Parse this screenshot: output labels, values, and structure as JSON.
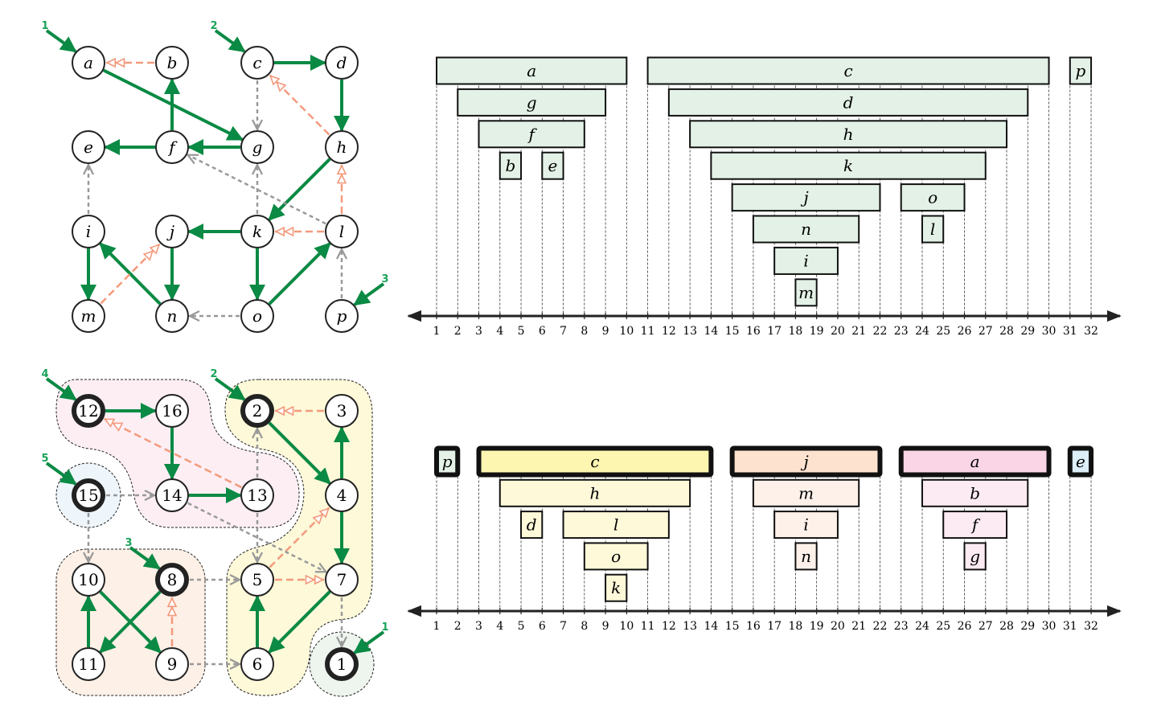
{
  "colors": {
    "tree": "#0a8a44",
    "back": "#f39a7c",
    "cross": "#999999",
    "start": "#1aa35a"
  },
  "top_graph": {
    "nodes": [
      {
        "id": "a",
        "label": "a",
        "col": 0,
        "row": 0
      },
      {
        "id": "b",
        "label": "b",
        "col": 1,
        "row": 0
      },
      {
        "id": "c",
        "label": "c",
        "col": 2,
        "row": 0
      },
      {
        "id": "d",
        "label": "d",
        "col": 3,
        "row": 0
      },
      {
        "id": "e",
        "label": "e",
        "col": 0,
        "row": 1
      },
      {
        "id": "f",
        "label": "f",
        "col": 1,
        "row": 1
      },
      {
        "id": "g",
        "label": "g",
        "col": 2,
        "row": 1
      },
      {
        "id": "h",
        "label": "h",
        "col": 3,
        "row": 1
      },
      {
        "id": "i",
        "label": "i",
        "col": 0,
        "row": 2
      },
      {
        "id": "j",
        "label": "j",
        "col": 1,
        "row": 2
      },
      {
        "id": "k",
        "label": "k",
        "col": 2,
        "row": 2
      },
      {
        "id": "l",
        "label": "l",
        "col": 3,
        "row": 2
      },
      {
        "id": "m",
        "label": "m",
        "col": 0,
        "row": 3
      },
      {
        "id": "n",
        "label": "n",
        "col": 1,
        "row": 3
      },
      {
        "id": "o",
        "label": "o",
        "col": 2,
        "row": 3
      },
      {
        "id": "p",
        "label": "p",
        "col": 3,
        "row": 3
      }
    ],
    "edges": [
      [
        "a",
        "g",
        "tree"
      ],
      [
        "c",
        "d",
        "tree"
      ],
      [
        "d",
        "h",
        "tree"
      ],
      [
        "h",
        "k",
        "tree"
      ],
      [
        "k",
        "j",
        "tree"
      ],
      [
        "k",
        "o",
        "tree"
      ],
      [
        "o",
        "l",
        "tree"
      ],
      [
        "g",
        "f",
        "tree"
      ],
      [
        "f",
        "e",
        "tree"
      ],
      [
        "f",
        "b",
        "tree"
      ],
      [
        "j",
        "n",
        "tree"
      ],
      [
        "n",
        "i",
        "tree"
      ],
      [
        "i",
        "m",
        "tree"
      ],
      [
        "b",
        "a",
        "back"
      ],
      [
        "h",
        "c",
        "back"
      ],
      [
        "l",
        "h",
        "back"
      ],
      [
        "l",
        "k",
        "back"
      ],
      [
        "m",
        "j",
        "back"
      ],
      [
        "c",
        "g",
        "cross"
      ],
      [
        "i",
        "e",
        "cross"
      ],
      [
        "k",
        "g",
        "cross"
      ],
      [
        "l",
        "f",
        "cross"
      ],
      [
        "o",
        "n",
        "cross"
      ],
      [
        "p",
        "l",
        "cross"
      ]
    ],
    "starts": [
      {
        "node": "a",
        "label": "1",
        "dir": "nw"
      },
      {
        "node": "c",
        "label": "2",
        "dir": "nw"
      },
      {
        "node": "p",
        "label": "3",
        "dir": "ne"
      }
    ]
  },
  "bottom_graph": {
    "nodes": [
      {
        "id": "12",
        "label": "12",
        "col": 0,
        "row": 0,
        "root": true
      },
      {
        "id": "16",
        "label": "16",
        "col": 1,
        "row": 0
      },
      {
        "id": "2",
        "label": "2",
        "col": 2,
        "row": 0,
        "root": true
      },
      {
        "id": "3",
        "label": "3",
        "col": 3,
        "row": 0
      },
      {
        "id": "15",
        "label": "15",
        "col": 0,
        "row": 1,
        "root": true
      },
      {
        "id": "14",
        "label": "14",
        "col": 1,
        "row": 1
      },
      {
        "id": "13",
        "label": "13",
        "col": 2,
        "row": 1
      },
      {
        "id": "4",
        "label": "4",
        "col": 3,
        "row": 1
      },
      {
        "id": "10",
        "label": "10",
        "col": 0,
        "row": 2
      },
      {
        "id": "8",
        "label": "8",
        "col": 1,
        "row": 2,
        "root": true
      },
      {
        "id": "5",
        "label": "5",
        "col": 2,
        "row": 2
      },
      {
        "id": "7",
        "label": "7",
        "col": 3,
        "row": 2
      },
      {
        "id": "11",
        "label": "11",
        "col": 0,
        "row": 3
      },
      {
        "id": "9",
        "label": "9",
        "col": 1,
        "row": 3
      },
      {
        "id": "6",
        "label": "6",
        "col": 2,
        "row": 3
      },
      {
        "id": "1",
        "label": "1",
        "col": 3,
        "row": 3,
        "root": true
      }
    ],
    "edges": [
      [
        "12",
        "16",
        "tree"
      ],
      [
        "16",
        "14",
        "tree"
      ],
      [
        "14",
        "13",
        "tree"
      ],
      [
        "2",
        "4",
        "tree"
      ],
      [
        "4",
        "3",
        "tree"
      ],
      [
        "4",
        "7",
        "tree"
      ],
      [
        "7",
        "6",
        "tree"
      ],
      [
        "6",
        "5",
        "tree"
      ],
      [
        "8",
        "11",
        "tree"
      ],
      [
        "11",
        "10",
        "tree"
      ],
      [
        "10",
        "9",
        "tree"
      ],
      [
        "3",
        "2",
        "back"
      ],
      [
        "13",
        "12",
        "back"
      ],
      [
        "5",
        "4",
        "back"
      ],
      [
        "5",
        "7",
        "back"
      ],
      [
        "9",
        "8",
        "back"
      ],
      [
        "15",
        "14",
        "cross"
      ],
      [
        "15",
        "10",
        "cross"
      ],
      [
        "13",
        "2",
        "cross"
      ],
      [
        "13",
        "5",
        "cross"
      ],
      [
        "14",
        "7",
        "cross"
      ],
      [
        "8",
        "5",
        "cross"
      ],
      [
        "9",
        "6",
        "cross"
      ],
      [
        "7",
        "1",
        "cross"
      ]
    ],
    "starts": [
      {
        "node": "12",
        "label": "4",
        "dir": "nw"
      },
      {
        "node": "2",
        "label": "2",
        "dir": "nw"
      },
      {
        "node": "15",
        "label": "5",
        "dir": "nw"
      },
      {
        "node": "8",
        "label": "3",
        "dir": "nw"
      },
      {
        "node": "1",
        "label": "1",
        "dir": "ne"
      }
    ],
    "region_colors": {
      "pink": "#fdeef4",
      "yellow": "#fdf9d9",
      "peach": "#fdf0e6",
      "blue": "#eef6fc",
      "green": "#eef5ef"
    }
  },
  "top_timeline": {
    "ticks": [
      "1",
      "2",
      "3",
      "4",
      "5",
      "6",
      "7",
      "8",
      "9",
      "10",
      "11",
      "12",
      "13",
      "14",
      "15",
      "16",
      "17",
      "18",
      "19",
      "20",
      "21",
      "22",
      "23",
      "24",
      "25",
      "26",
      "27",
      "28",
      "29",
      "30",
      "31",
      "32"
    ],
    "intervals": [
      {
        "label": "a",
        "start": 1,
        "end": 10,
        "row": 0,
        "fill": "#e3f1e6"
      },
      {
        "label": "g",
        "start": 2,
        "end": 9,
        "row": 1,
        "fill": "#e3f1e6"
      },
      {
        "label": "f",
        "start": 3,
        "end": 8,
        "row": 2,
        "fill": "#e3f1e6"
      },
      {
        "label": "b",
        "start": 4,
        "end": 5,
        "row": 3,
        "fill": "#e3f1e6"
      },
      {
        "label": "e",
        "start": 6,
        "end": 7,
        "row": 3,
        "fill": "#e3f1e6"
      },
      {
        "label": "c",
        "start": 11,
        "end": 30,
        "row": 0,
        "fill": "#e3f1e6"
      },
      {
        "label": "d",
        "start": 12,
        "end": 29,
        "row": 1,
        "fill": "#e3f1e6"
      },
      {
        "label": "h",
        "start": 13,
        "end": 28,
        "row": 2,
        "fill": "#e3f1e6"
      },
      {
        "label": "k",
        "start": 14,
        "end": 27,
        "row": 3,
        "fill": "#e3f1e6"
      },
      {
        "label": "j",
        "start": 15,
        "end": 22,
        "row": 4,
        "fill": "#e3f1e6"
      },
      {
        "label": "o",
        "start": 23,
        "end": 26,
        "row": 4,
        "fill": "#e3f1e6"
      },
      {
        "label": "n",
        "start": 16,
        "end": 21,
        "row": 5,
        "fill": "#e3f1e6"
      },
      {
        "label": "l",
        "start": 24,
        "end": 25,
        "row": 5,
        "fill": "#e3f1e6"
      },
      {
        "label": "i",
        "start": 17,
        "end": 20,
        "row": 6,
        "fill": "#e3f1e6"
      },
      {
        "label": "m",
        "start": 18,
        "end": 19,
        "row": 7,
        "fill": "#e3f1e6"
      },
      {
        "label": "p",
        "start": 31,
        "end": 32,
        "row": 0,
        "fill": "#e3f1e6"
      }
    ]
  },
  "bottom_timeline": {
    "ticks": [
      "1",
      "2",
      "3",
      "4",
      "5",
      "6",
      "7",
      "8",
      "9",
      "10",
      "11",
      "12",
      "13",
      "14",
      "15",
      "16",
      "17",
      "18",
      "19",
      "20",
      "21",
      "22",
      "23",
      "24",
      "25",
      "26",
      "27",
      "28",
      "29",
      "30",
      "31",
      "32"
    ],
    "intervals": [
      {
        "label": "p",
        "start": 1,
        "end": 2,
        "row": 0,
        "fill": "#e3f1e6",
        "thick": true
      },
      {
        "label": "c",
        "start": 3,
        "end": 14,
        "row": 0,
        "fill": "#fdf6b0",
        "thick": true
      },
      {
        "label": "h",
        "start": 4,
        "end": 13,
        "row": 1,
        "fill": "#fef9d9"
      },
      {
        "label": "d",
        "start": 5,
        "end": 6,
        "row": 2,
        "fill": "#fef9d9"
      },
      {
        "label": "l",
        "start": 7,
        "end": 12,
        "row": 2,
        "fill": "#fef9d9"
      },
      {
        "label": "o",
        "start": 8,
        "end": 11,
        "row": 3,
        "fill": "#fef9d9"
      },
      {
        "label": "k",
        "start": 9,
        "end": 10,
        "row": 4,
        "fill": "#fef9d9"
      },
      {
        "label": "j",
        "start": 15,
        "end": 22,
        "row": 0,
        "fill": "#fde2cf",
        "thick": true
      },
      {
        "label": "m",
        "start": 16,
        "end": 21,
        "row": 1,
        "fill": "#fdf1ea"
      },
      {
        "label": "i",
        "start": 17,
        "end": 20,
        "row": 2,
        "fill": "#fdf1ea"
      },
      {
        "label": "n",
        "start": 18,
        "end": 19,
        "row": 3,
        "fill": "#fdf1ea"
      },
      {
        "label": "a",
        "start": 23,
        "end": 30,
        "row": 0,
        "fill": "#f9d5e5",
        "thick": true
      },
      {
        "label": "b",
        "start": 24,
        "end": 29,
        "row": 1,
        "fill": "#fdebf3"
      },
      {
        "label": "f",
        "start": 25,
        "end": 28,
        "row": 2,
        "fill": "#fdebf3"
      },
      {
        "label": "g",
        "start": 26,
        "end": 27,
        "row": 3,
        "fill": "#fdebf3"
      },
      {
        "label": "e",
        "start": 31,
        "end": 32,
        "row": 0,
        "fill": "#dceef8",
        "thick": true
      }
    ]
  }
}
